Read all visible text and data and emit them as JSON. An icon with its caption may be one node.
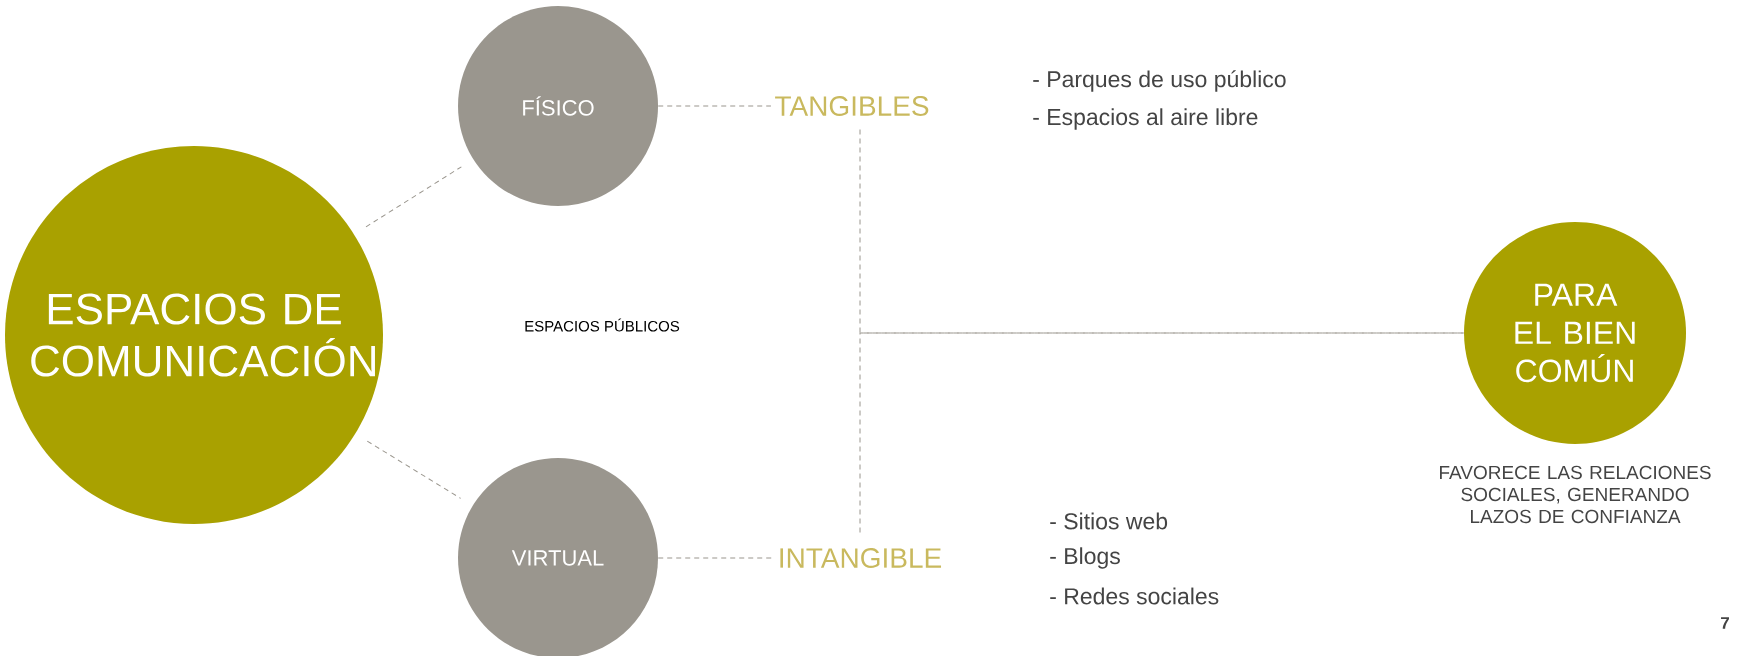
{
  "diagram": {
    "nodes": [
      {
        "text": [
          "ESPACIOS DE COMUNICACIÓN"
        ]
      },
      {
        "text": [
          "FÍSICO"
        ]
      },
      {
        "text": [
          "VIRTUAL"
        ]
      },
      {
        "text": [
          "TANGIBLES"
        ]
      },
      {
        "text": [
          "INTANGIBLE"
        ]
      },
      {
        "text": [
          "PARA EL BIEN COMÚN"
        ],
        "beside": [
          "FAVORECE LAS RELACIONES SOCIALES, GENERANDO LAZOS DE CONFIANZA"
        ]
      }
    ],
    "edges": [
      {
        "from": 0,
        "to": 1,
        "arrow": "none",
        "style": "dashed"
      },
      {
        "from": 0,
        "to": 2,
        "arrow": "none",
        "style": "dashed"
      },
      {
        "from": 1,
        "to": 3,
        "arrow": "none",
        "style": "dashed"
      },
      {
        "from": 2,
        "to": 4,
        "arrow": "none",
        "style": "dashed"
      },
      {
        "from": 3,
        "to": 5,
        "arrow": "none",
        "style": "dashed"
      },
      {
        "from": 4,
        "to": 5,
        "arrow": "none",
        "style": "dashed"
      }
    ],
    "labels": [
      "- Parques de uso público",
      "- Espacios al aire libre",
      "ESPACIOS PÚBLICOS",
      "- Sitios web",
      "- Blogs",
      "- Redes sociales",
      "7"
    ]
  }
}
